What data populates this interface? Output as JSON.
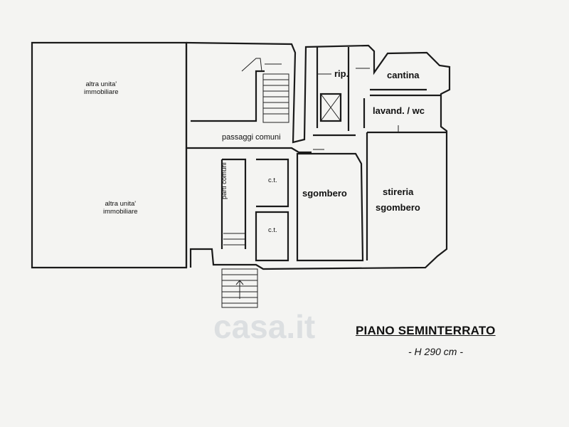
{
  "labels": {
    "altra_unita_1": [
      "altra unita'",
      "immobiliare"
    ],
    "altra_unita_2": [
      "altra unita'",
      "immobiliare"
    ],
    "passaggi_comuni": "passaggi comuni",
    "parti_comuni": "parti comuni",
    "ct_top": "c.t.",
    "ct_bottom": "c.t.",
    "rip": "rip.",
    "cantina": "cantina",
    "lavanderia": "lavand. / wc",
    "sgombero_left": "sgombero",
    "stireria": "stireria",
    "sgombero_right": "sgombero"
  },
  "title": "PIANO SEMINTERRATO",
  "subtitle": "- H 290 cm -",
  "watermark": "casa.it"
}
